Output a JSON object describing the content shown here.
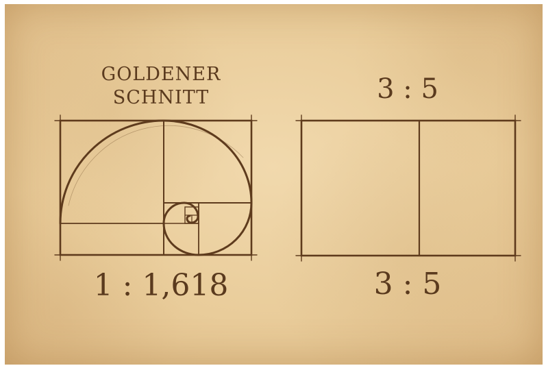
{
  "golden_panel": {
    "title_line1": "GOLDENER",
    "title_line2": "SCHNITT",
    "ratio_label": "1 : 1,618"
  },
  "proportion_panel": {
    "ratio_label_top": "3 : 5",
    "ratio_label_bottom": "3 : 5"
  },
  "colors": {
    "paper": "#e9cc9a",
    "ink": "#5a3a1e"
  }
}
